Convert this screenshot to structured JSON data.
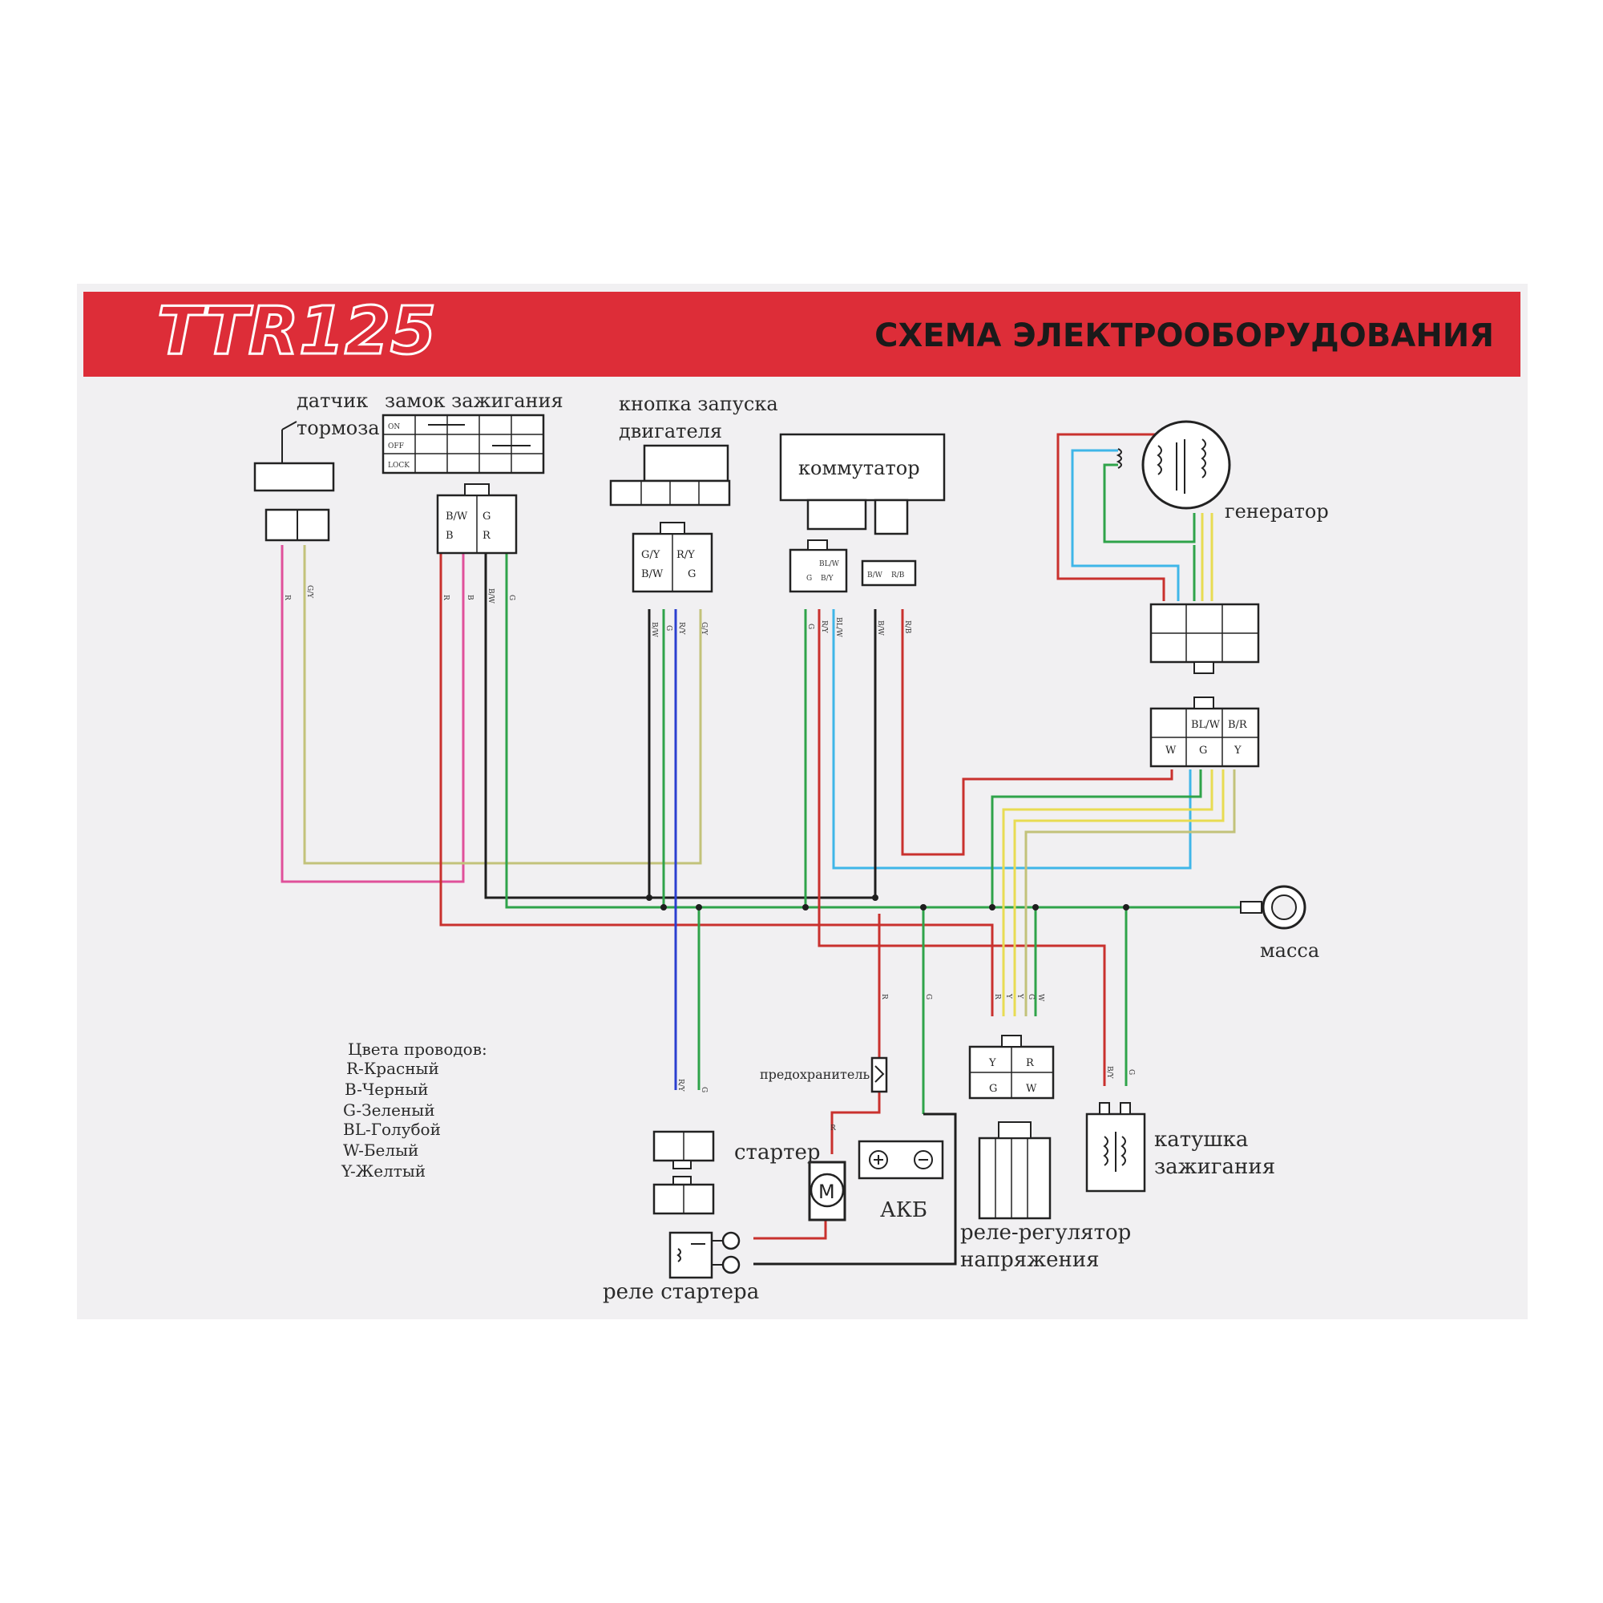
{
  "header": {
    "logo": "TTR125",
    "title": "СХЕМА ЭЛЕКТРООБОРУДОВАНИЯ"
  },
  "components": {
    "brake_sensor": "датчик тормоза",
    "ignition_lock": "замок зажигания",
    "start_button": "кнопка запуска двигателя",
    "commutator": "коммутатор",
    "generator": "генератор",
    "ground": "масса",
    "fuse": "предохранитель",
    "starter": "стартер",
    "battery": "АКБ",
    "voltage_regulator": "реле-регулятор напряжения",
    "ignition_coil": "катушка зажигания",
    "starter_relay": "реле стартера"
  },
  "lock_positions": [
    "ON",
    "OFF",
    "LOCK"
  ],
  "connector_pins": {
    "lock": [
      "B/W",
      "G",
      "B",
      "R"
    ],
    "button": [
      "G/Y",
      "R/Y",
      "B/W",
      "G"
    ],
    "commutator_main": [
      "BL/W",
      "G",
      "B/Y"
    ],
    "commutator_small": [
      "B/W",
      "R/B"
    ],
    "generator_out": [
      "BL/W",
      "B/R",
      "W",
      "G",
      "Y"
    ],
    "regulator": [
      "Y",
      "R",
      "G",
      "W"
    ]
  },
  "wire_tags": {
    "brake": [
      "R",
      "G/Y"
    ],
    "lock": [
      "R",
      "B",
      "B/W",
      "G"
    ],
    "button": [
      "B/W",
      "G",
      "R/Y",
      "G/Y"
    ],
    "commutator": [
      "G",
      "R/Y",
      "BL/W",
      "B/W",
      "R/B"
    ],
    "battery": [
      "R",
      "G"
    ],
    "regulator": [
      "R",
      "Y",
      "Y",
      "G",
      "W"
    ],
    "coil": [
      "B/Y",
      "G"
    ],
    "relay": [
      "R/Y",
      "G"
    ],
    "starter": "R"
  },
  "legend": {
    "title": "Цвета проводов:",
    "items": [
      "R-Красный",
      "B-Черный",
      "G-Зеленый",
      "BL-Голубой",
      "W-Белый",
      "Y-Желтый"
    ]
  },
  "colors": {
    "header_red": "#dd2d38",
    "red": "#c9312e",
    "pink": "#e0509a",
    "black": "#1e1e1e",
    "green": "#2fa34a",
    "blue": "#2b3fd0",
    "light_blue": "#3fb6e8",
    "yellow": "#e8dc52",
    "olive": "#c2c27a"
  }
}
